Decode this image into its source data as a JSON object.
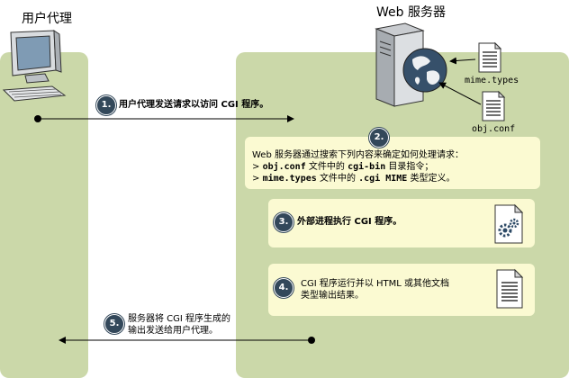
{
  "user_agent": {
    "title": "用户代理"
  },
  "web_server": {
    "title": "Web 服务器"
  },
  "files": {
    "mime_types": "mime.types",
    "obj_conf": "obj.conf"
  },
  "steps": {
    "s1": {
      "num": "1.",
      "text": "用户代理发送请求以访问 CGI 程序。"
    },
    "s2": {
      "num": "2.",
      "intro": "Web 服务器通过搜索下列内容来确定如何处理请求：",
      "line1": {
        "prefix": "> ",
        "code1": "obj.conf",
        "mid": " 文件中的 ",
        "code2": "cgi-bin",
        "suffix": " 目录指令；"
      },
      "line2": {
        "prefix": "> ",
        "code1": "mime.types",
        "mid": " 文件中的 ",
        "code2": ".cgi MIME",
        "suffix": " 类型定义。"
      }
    },
    "s3": {
      "num": "3.",
      "text": "外部进程执行 CGI 程序。"
    },
    "s4": {
      "num": "4.",
      "line1": "CGI 程序运行并以 HTML 或其他文档",
      "line2": "类型输出结果。"
    },
    "s5": {
      "num": "5.",
      "line1": "服务器将 CGI 程序生成的",
      "line2": "输出发送给用户代理。"
    }
  },
  "colors": {
    "panel": "#cbd8a9",
    "callout": "#fbfad2",
    "badge": "#33485a",
    "arrow": "#000000"
  }
}
